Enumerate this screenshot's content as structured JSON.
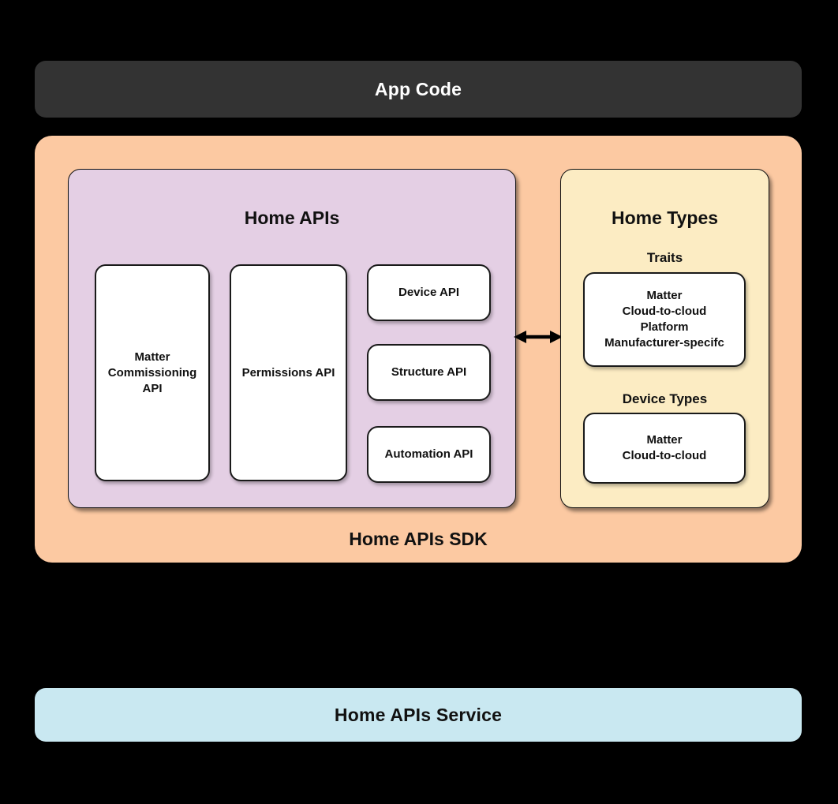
{
  "app_code": {
    "label": "App Code"
  },
  "sdk": {
    "label": "Home APIs SDK",
    "home_apis": {
      "title": "Home APIs",
      "matter_commissioning": "Matter Commissioning API",
      "permissions": "Permissions API",
      "device": "Device API",
      "structure": "Structure API",
      "automation": "Automation API"
    },
    "home_types": {
      "title": "Home Types",
      "traits": {
        "heading": "Traits",
        "items": [
          "Matter",
          "Cloud-to-cloud",
          "Platform",
          "Manufacturer-specifc"
        ]
      },
      "device_types": {
        "heading": "Device Types",
        "items": [
          "Matter",
          "Cloud-to-cloud"
        ]
      }
    }
  },
  "service": {
    "label": "Home APIs Service"
  },
  "colors": {
    "background": "#000000",
    "app_code_bg": "#333333",
    "app_code_text": "#ffffff",
    "sdk_bg": "#fcc9a2",
    "home_apis_bg": "#e4cfe4",
    "home_types_bg": "#fcecc3",
    "service_bg": "#c9e8f1",
    "card_bg": "#ffffff",
    "border": "#111111",
    "text": "#111111"
  }
}
